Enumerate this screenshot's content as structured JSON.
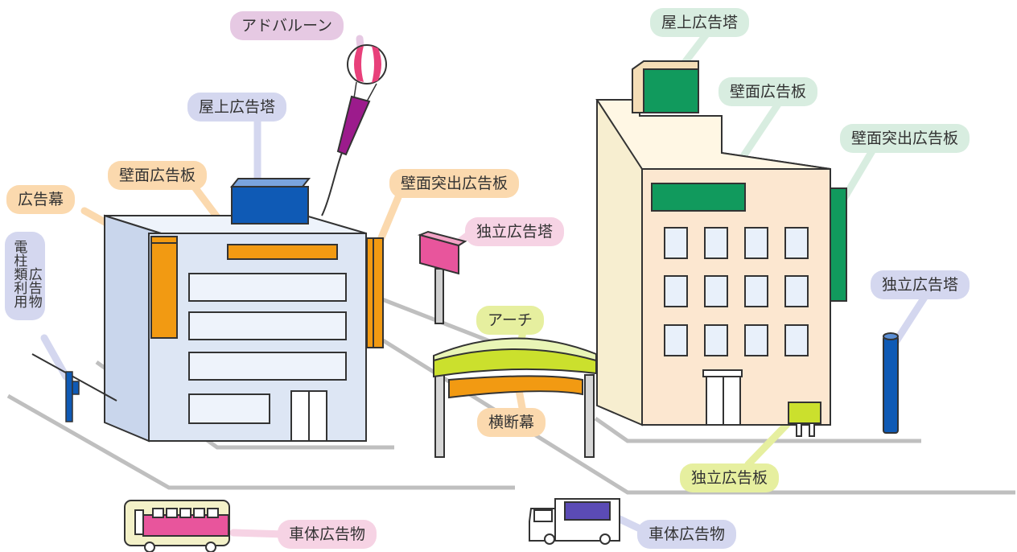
{
  "colors": {
    "purple_label": "#e6c9e3",
    "blue_label": "#d4d7ef",
    "orange_label": "#fbd9ae",
    "green_label": "#d8ede0",
    "pink_label": "#f6d3e4",
    "yellow_label": "#e6ef9f",
    "orange_sign": "#f29a12",
    "blue_sign": "#0f5ab5",
    "green_sign": "#119a5d",
    "pink_sign": "#e8559c",
    "yellow_sign": "#cbe02d",
    "left_building": "#d9e3f2",
    "right_building": "#fbe6cf"
  },
  "labels": {
    "ad_balloon": "アドバルーン",
    "rooftop_tower_left": "屋上広告塔",
    "wall_board_left": "壁面広告板",
    "banner": "広告幕",
    "pole_line1": "電柱類利用",
    "pole_line2": "広告物",
    "wall_projecting_left": "壁面突出広告板",
    "standalone_tower_pink": "独立広告塔",
    "arch": "アーチ",
    "cross_banner": "横断幕",
    "rooftop_tower_right": "屋上広告塔",
    "wall_board_right": "壁面広告板",
    "wall_projecting_right": "壁面突出広告板",
    "standalone_tower_blue": "独立広告塔",
    "standalone_board": "独立広告板",
    "vehicle_bus": "車体広告物",
    "vehicle_truck": "車体広告物"
  }
}
